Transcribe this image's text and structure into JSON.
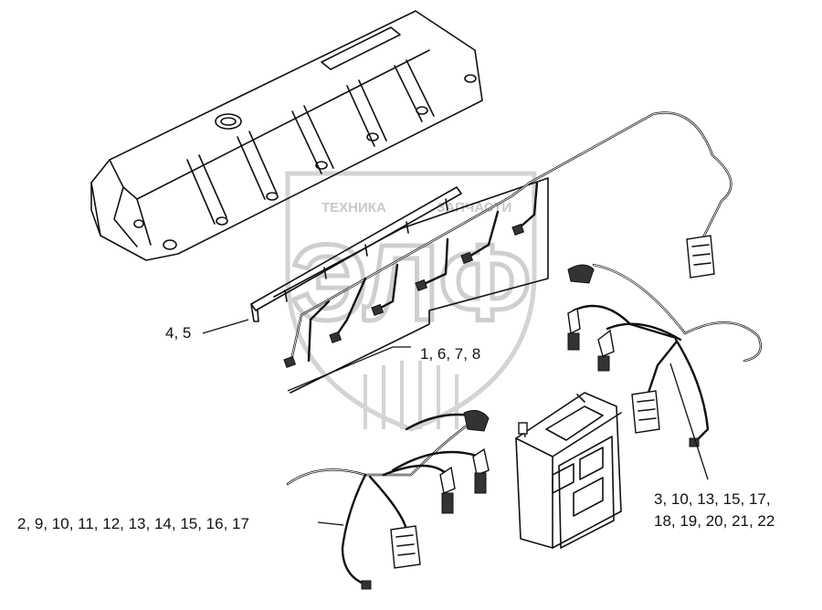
{
  "watermark": {
    "left_word": "ТЕХНИКА",
    "right_word": "ЗАПЧАСТИ",
    "monogram": "ЭЛФ"
  },
  "callouts": {
    "label_4_5": "4, 5",
    "label_1_6_7_8": "1, 6, 7, 8",
    "label_3_line1": "3, 10, 13, 15, 17,",
    "label_3_line2": "18, 19, 20, 21, 22",
    "label_2_9": "2, 9, 10, 11, 12, 13, 14, 15, 16, 17"
  }
}
